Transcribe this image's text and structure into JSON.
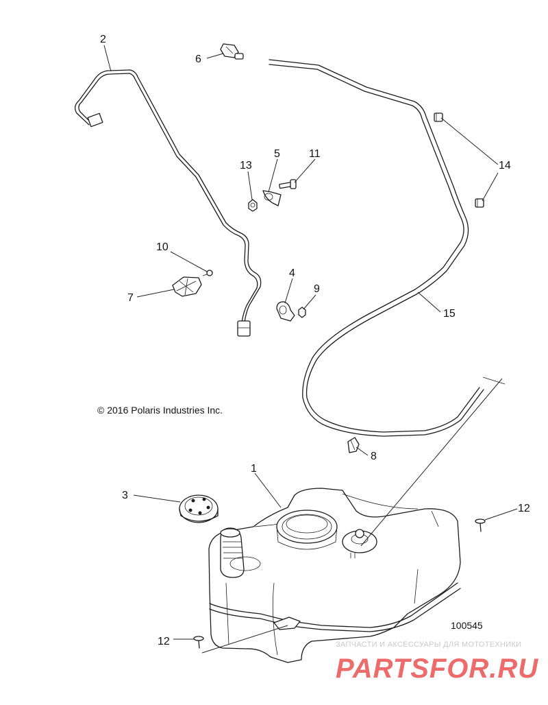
{
  "copyright": "© 2016 Polaris Industries Inc.",
  "diagram_id": "100545",
  "watermark": {
    "tagline": "ЗАПЧАСТИ И АКСЕССУАРЫ ДЛЯ МОТОТЕХНИКИ",
    "logo_text": "PARTSFOR.RU",
    "logo_color": "#e63a3a"
  },
  "callouts": [
    {
      "id": "c1",
      "label": "1"
    },
    {
      "id": "c2",
      "label": "2"
    },
    {
      "id": "c3",
      "label": "3"
    },
    {
      "id": "c4",
      "label": "4"
    },
    {
      "id": "c5",
      "label": "5"
    },
    {
      "id": "c6",
      "label": "6"
    },
    {
      "id": "c7",
      "label": "7"
    },
    {
      "id": "c8",
      "label": "8"
    },
    {
      "id": "c9",
      "label": "9"
    },
    {
      "id": "c10",
      "label": "10"
    },
    {
      "id": "c11",
      "label": "11"
    },
    {
      "id": "c12a",
      "label": "12"
    },
    {
      "id": "c12b",
      "label": "12"
    },
    {
      "id": "c13",
      "label": "13"
    },
    {
      "id": "c14",
      "label": "14"
    },
    {
      "id": "c15",
      "label": "15"
    }
  ]
}
